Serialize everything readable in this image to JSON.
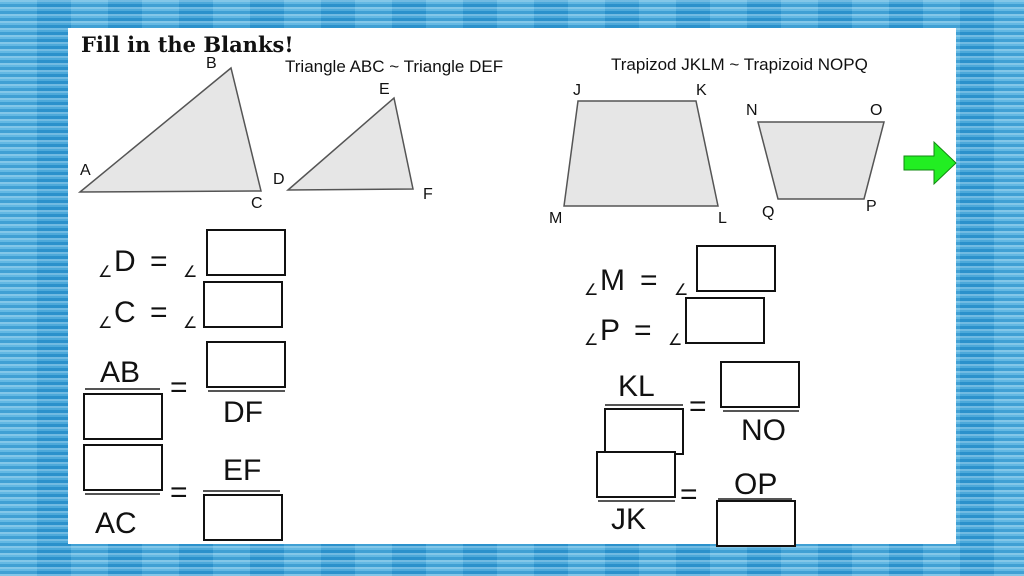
{
  "title": "Fill in the Blanks!",
  "triangles": {
    "header": "Triangle ABC ~ Triangle DEF",
    "vertices": {
      "A": "A",
      "B": "B",
      "C": "C",
      "D": "D",
      "E": "E",
      "F": "F"
    },
    "q1": {
      "left": "D",
      "eq": "="
    },
    "q2": {
      "left": "C",
      "eq": "="
    },
    "q3": {
      "num": "AB",
      "den2": "DF",
      "eq": "="
    },
    "q4": {
      "den": "AC",
      "num2": "EF",
      "eq": "="
    },
    "angle_symbol": "∠"
  },
  "trapezoids": {
    "header": "Trapizod JKLM ~ Trapizoid NOPQ",
    "vertices": {
      "J": "J",
      "K": "K",
      "L": "L",
      "M": "M",
      "N": "N",
      "O": "O",
      "P": "P",
      "Q": "Q"
    },
    "q1": {
      "left": "M",
      "eq": "="
    },
    "q2": {
      "left": "P",
      "eq": "="
    },
    "q3": {
      "num": "KL",
      "den2": "NO",
      "eq": "="
    },
    "q4": {
      "den": "JK",
      "num2": "OP",
      "eq": "="
    }
  },
  "colors": {
    "shape_fill": "#e6e6e6",
    "shape_stroke": "#555555",
    "arrow": "#22ee22",
    "background": "#3aa6dc"
  }
}
